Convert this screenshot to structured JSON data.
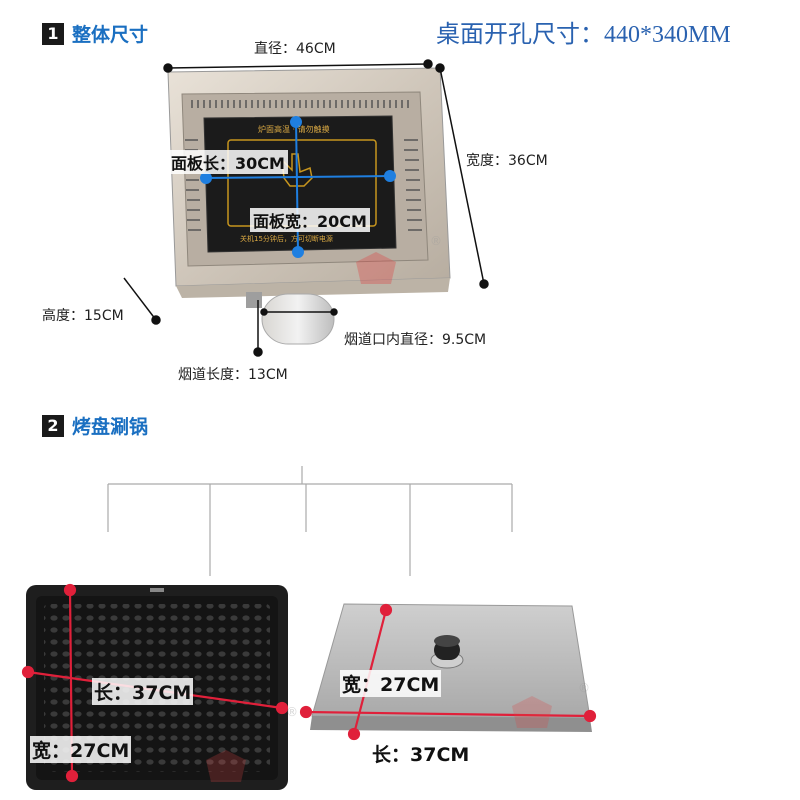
{
  "section1": {
    "num": "1",
    "title": "整体尺寸"
  },
  "hole_size": "桌面开孔尺寸：440*340MM",
  "dims": {
    "diameter": "直径：46CM",
    "width": "宽度：36CM",
    "height": "高度：15CM",
    "flue_inner": "烟道口内直径：9.5CM",
    "flue_length": "烟道长度：13CM",
    "panel_length": "面板长：30CM",
    "panel_width": "面板宽：20CM"
  },
  "stove_panel": {
    "warning": "炉面高温 · 请勿触摸",
    "notice": "关机15分钟后，方可切断电源"
  },
  "section2": {
    "num": "2",
    "title": "烤盘涮锅"
  },
  "grill": {
    "length": "长：37CM",
    "width": "宽：27CM"
  },
  "pot": {
    "width": "宽：27CM",
    "length": "长：37CM"
  },
  "colors": {
    "title_blue": "#1a6fc1",
    "hole_blue": "#2a62b0",
    "dot_blue": "#1f7fe0",
    "measure_red": "#e0203a",
    "panel_gold": "#c8961e"
  }
}
